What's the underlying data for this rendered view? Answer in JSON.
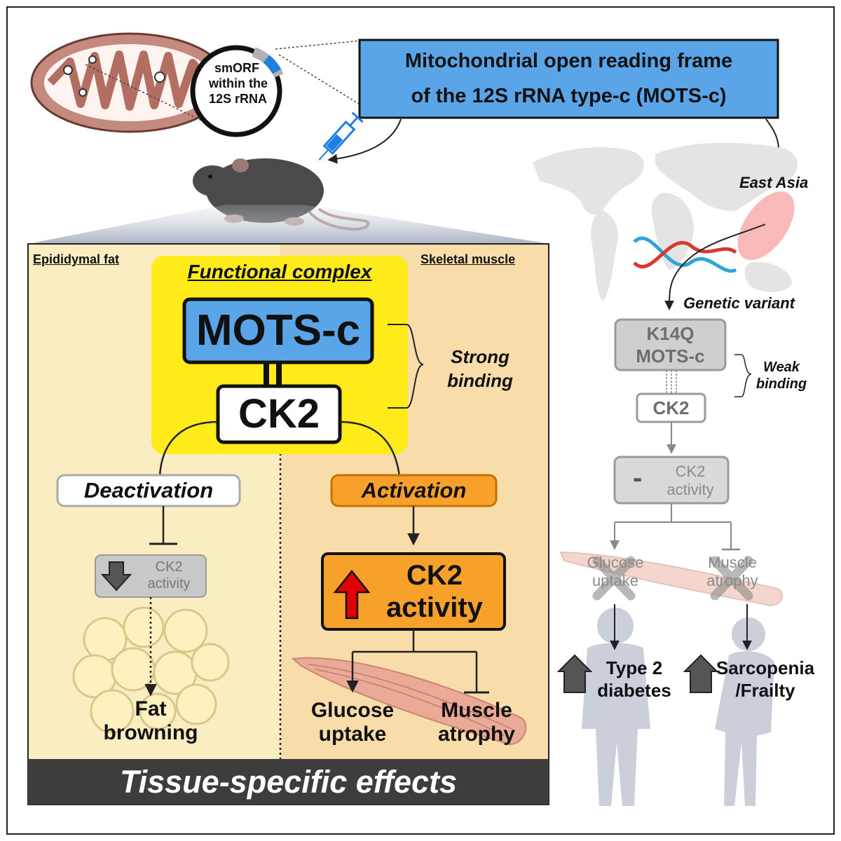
{
  "mito": {
    "smorf_line1": "smORF",
    "smorf_line2": "within the",
    "smorf_line3": "12S rRNA"
  },
  "mots_box": {
    "line1": "Mitochondrial open reading frame",
    "line2": "of the 12S rRNA type-c (MOTS-c)"
  },
  "left_panel": {
    "fat_label": "Epididymal fat",
    "muscle_label": "Skeletal muscle",
    "complex_title": "Functional complex",
    "mots": "MOTS-c",
    "ck2": "CK2",
    "binding_line1": "Strong",
    "binding_line2": "binding",
    "deactivation": "Deactivation",
    "activation": "Activation",
    "ck2_activity_small_line1": "CK2",
    "ck2_activity_small_line2": "activity",
    "ck2_activity_big_line1": "CK2",
    "ck2_activity_big_line2": "activity",
    "fat_line1": "Fat",
    "fat_line2": "browning",
    "glucose_line1": "Glucose",
    "glucose_line2": "uptake",
    "atrophy_line1": "Muscle",
    "atrophy_line2": "atrophy",
    "footer": "Tissue-specific effects"
  },
  "right_panel": {
    "east_asia": "East Asia",
    "genetic_variant": "Genetic variant",
    "k14q_line1": "K14Q",
    "k14q_line2": "MOTS-c",
    "weak_line1": "Weak",
    "weak_line2": "binding",
    "ck2": "CK2",
    "minus": "-",
    "ck2_activity_line1": "CK2",
    "ck2_activity_line2": "activity",
    "glucose_line1": "Glucose",
    "glucose_line2": "uptake",
    "atrophy_line1": "Muscle",
    "atrophy_line2": "atrophy",
    "t2d_line1": "Type 2",
    "t2d_line2": "diabetes",
    "sarco_line1": "Sarcopenia",
    "sarco_line2": "/Frailty"
  },
  "colors": {
    "blue": "#5aa5e8",
    "yellow": "#ffeb1a",
    "orange": "#f7a12a",
    "fat_bg": "#fbedc2",
    "muscle_bg": "#f8dcaa",
    "red_arrow": "#e00000",
    "footer_bg": "#3d3d3d"
  }
}
